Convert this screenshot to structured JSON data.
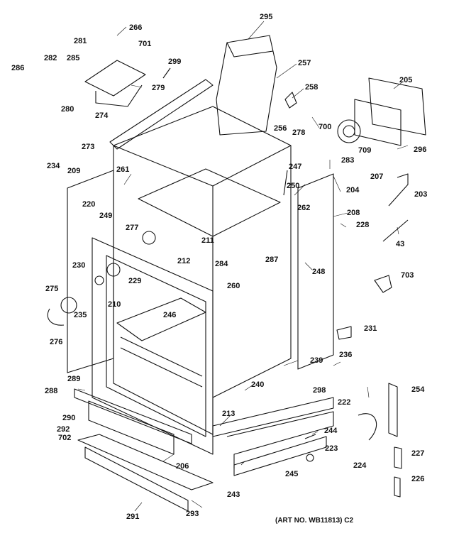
{
  "labels": {
    "p266": "266",
    "p281": "281",
    "p701": "701",
    "p282": "282",
    "p285": "285",
    "p286": "286",
    "p299": "299",
    "p279": "279",
    "p280": "280",
    "p274": "274",
    "p295": "295",
    "p257": "257",
    "p258": "258",
    "p205": "205",
    "p256": "256",
    "p278": "278",
    "p700": "700",
    "p709": "709",
    "p296": "296",
    "p273": "273",
    "p234": "234",
    "p209": "209",
    "p261": "261",
    "p247": "247",
    "p283": "283",
    "p207": "207",
    "p203": "203",
    "p204": "204",
    "p250": "250",
    "p262": "262",
    "p220": "220",
    "p249": "249",
    "p208": "208",
    "p277": "277",
    "p228": "228",
    "p211": "211",
    "p43": "43",
    "p212": "212",
    "p284": "284",
    "p287": "287",
    "p230": "230",
    "p248": "248",
    "p703": "703",
    "p229": "229",
    "p275": "275",
    "p260": "260",
    "p210": "210",
    "p235": "235",
    "p246": "246",
    "p231": "231",
    "p276": "276",
    "p236": "236",
    "p239": "239",
    "p289": "289",
    "p298": "298",
    "p240": "240",
    "p288": "288",
    "p254": "254",
    "p222": "222",
    "p213": "213",
    "p290": "290",
    "p292": "292",
    "p244": "244",
    "p702": "702",
    "p223": "223",
    "p227": "227",
    "p206": "206",
    "p224": "224",
    "p245": "245",
    "p226": "226",
    "p243": "243",
    "p291": "291",
    "p293": "293"
  },
  "art_number": "(ART NO. WB11813) C2"
}
